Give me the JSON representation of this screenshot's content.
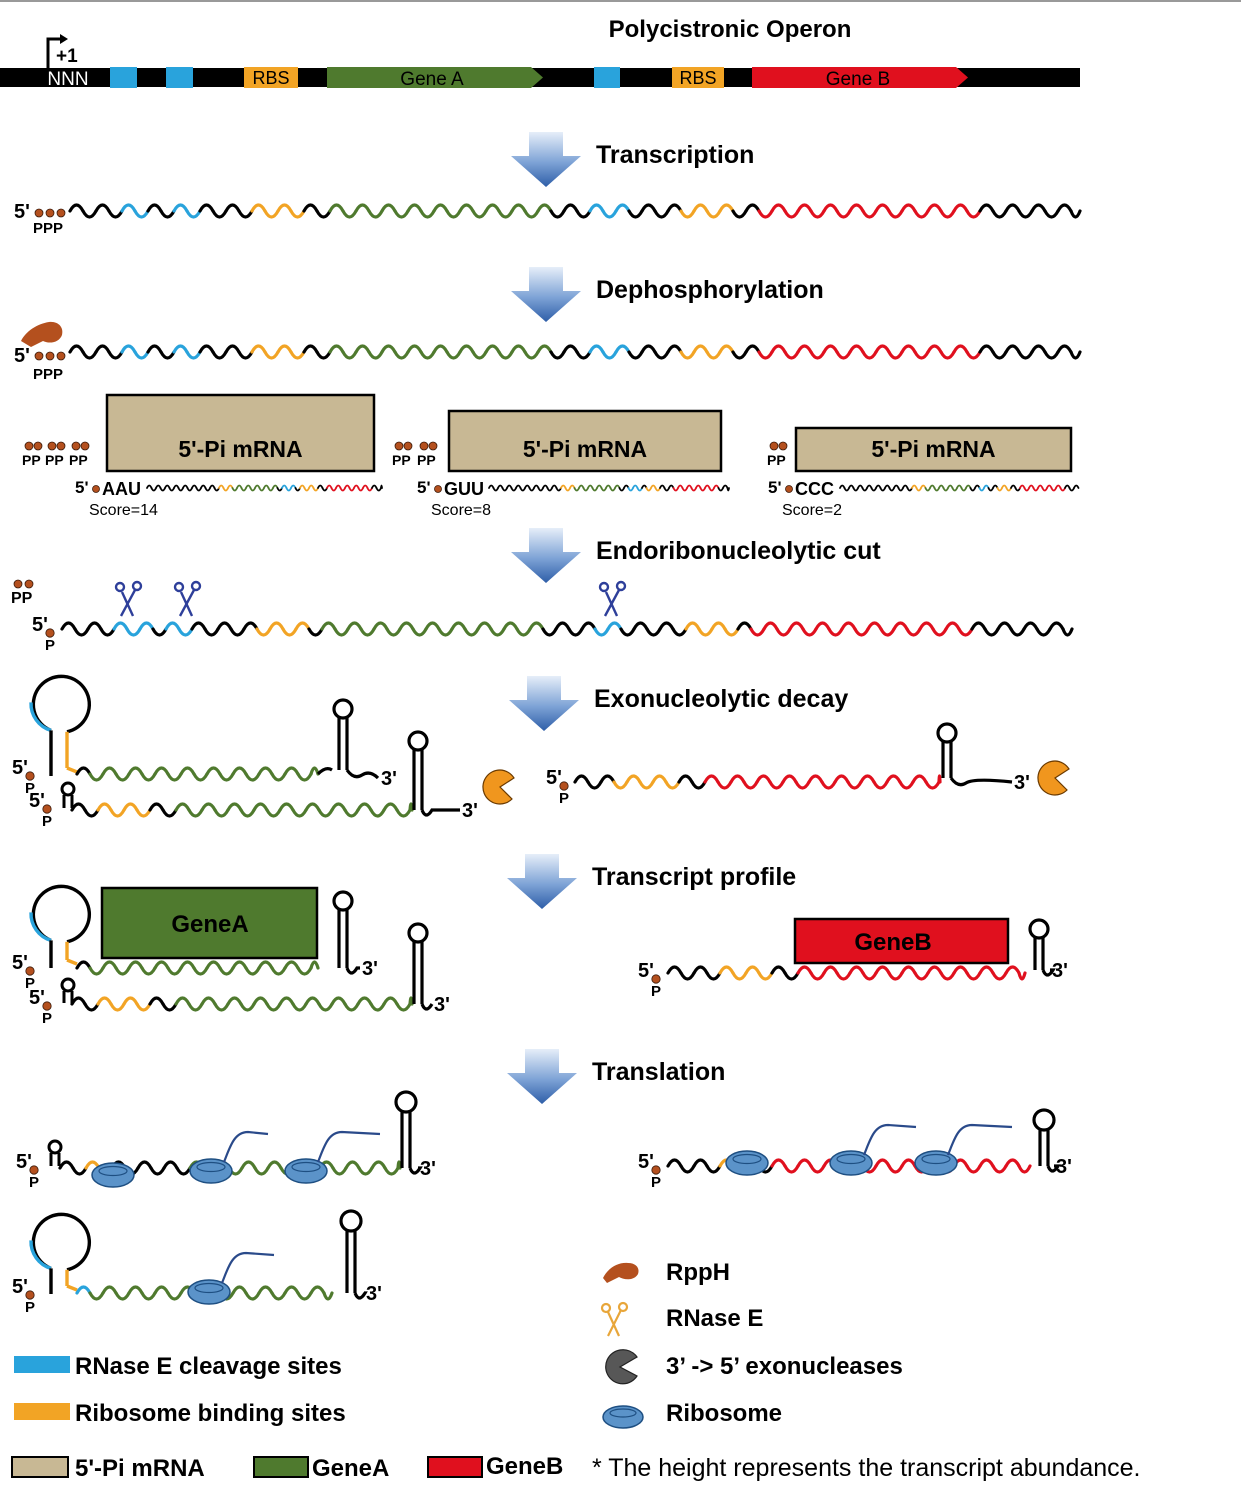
{
  "title": "Polycistronic Operon",
  "operon": {
    "tss_label": "+1",
    "nnn": "NNN",
    "rbs1": "RBS",
    "gene_a": "Gene A",
    "rbs2": "RBS",
    "gene_b": "Gene B"
  },
  "steps": [
    "Transcription",
    "Dephosphorylation",
    "Endoribonucleolytic  cut",
    "Exonucleolytic  decay",
    "Transcript profile",
    "Translation"
  ],
  "ends": {
    "five": "5'",
    "three": "3'",
    "ppp": "PPP",
    "pp": "PP",
    "p": "P"
  },
  "pi_boxes": [
    {
      "label": "5'-Pi mRNA",
      "seq": "AAU",
      "score": "Score=14",
      "pp": [
        "PP",
        "PP",
        "PP"
      ]
    },
    {
      "label": "5'-Pi mRNA",
      "seq": "GUU",
      "score": "Score=8",
      "pp": [
        "PP",
        "PP"
      ]
    },
    {
      "label": "5'-Pi mRNA",
      "seq": "CCC",
      "score": "Score=2",
      "pp": [
        "PP"
      ]
    }
  ],
  "profile_boxes": {
    "gene_a": "GeneA",
    "gene_b": "GeneB"
  },
  "legend_left": [
    {
      "label": "RNase E cleavage sites",
      "color": "#29a3dc"
    },
    {
      "label": "Ribosome binding sites",
      "color": "#f2a425"
    }
  ],
  "legend_right": [
    {
      "label": "RppH",
      "icon": "rpph-icon"
    },
    {
      "label": "RNase E",
      "icon": "scissors-icon"
    },
    {
      "label": "3’ -> 5’ exonucleases",
      "icon": "pacman-icon"
    },
    {
      "label": "Ribosome",
      "icon": "ribosome-icon"
    }
  ],
  "legend_bottom": [
    {
      "label": "5'-Pi mRNA",
      "color": "#c8b894"
    },
    {
      "label": "GeneA",
      "color": "#4f7a2e"
    },
    {
      "label": "GeneB",
      "color": "#e0101e"
    }
  ],
  "footnote": "* The height represents the transcript abundance.",
  "colors": {
    "rnase_site": "#29a3dc",
    "rbs": "#f2a425",
    "gene_a": "#4f7a2e",
    "gene_b": "#e0101e",
    "pi_box": "#c8b894",
    "phosphate": "#b4501e",
    "exonuclease": "#f0961e",
    "ribosome": "#5b93c9"
  }
}
